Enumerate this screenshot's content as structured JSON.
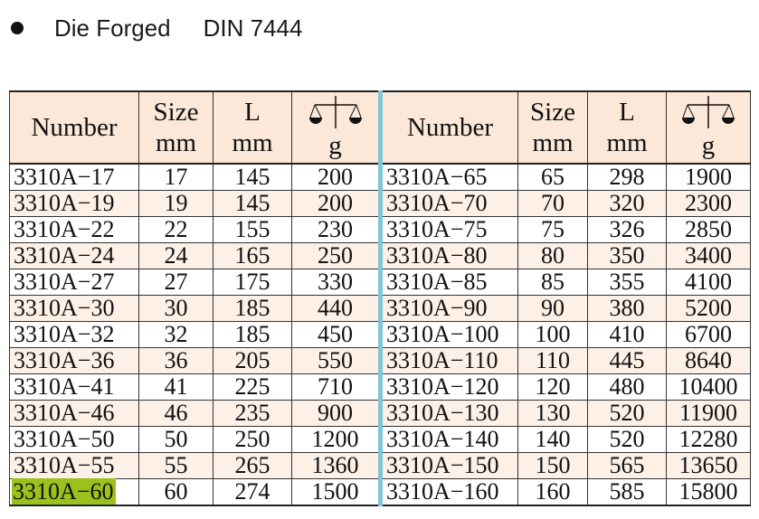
{
  "heading": {
    "text": "Die Forged",
    "standard": "DIN 7444"
  },
  "columns": {
    "number": "Number",
    "size": "Size",
    "size_unit": "mm",
    "length": "L",
    "length_unit": "mm",
    "weight_icon": "balance-scale-icon",
    "weight_unit": "g"
  },
  "highlight_color": "#9bc11d",
  "left_rows": [
    {
      "number": "3310A−17",
      "size": "17",
      "l": "145",
      "g": "200"
    },
    {
      "number": "3310A−19",
      "size": "19",
      "l": "145",
      "g": "200"
    },
    {
      "number": "3310A−22",
      "size": "22",
      "l": "155",
      "g": "230"
    },
    {
      "number": "3310A−24",
      "size": "24",
      "l": "165",
      "g": "250"
    },
    {
      "number": "3310A−27",
      "size": "27",
      "l": "175",
      "g": "330"
    },
    {
      "number": "3310A−30",
      "size": "30",
      "l": "185",
      "g": "440"
    },
    {
      "number": "3310A−32",
      "size": "32",
      "l": "185",
      "g": "450"
    },
    {
      "number": "3310A−36",
      "size": "36",
      "l": "205",
      "g": "550"
    },
    {
      "number": "3310A−41",
      "size": "41",
      "l": "225",
      "g": "710"
    },
    {
      "number": "3310A−46",
      "size": "46",
      "l": "235",
      "g": "900"
    },
    {
      "number": "3310A−50",
      "size": "50",
      "l": "250",
      "g": "1200"
    },
    {
      "number": "3310A−55",
      "size": "55",
      "l": "265",
      "g": "1360"
    },
    {
      "number": "3310A−60",
      "size": "60",
      "l": "274",
      "g": "1500"
    }
  ],
  "right_rows": [
    {
      "number": "3310A−65",
      "size": "65",
      "l": "298",
      "g": "1900"
    },
    {
      "number": "3310A−70",
      "size": "70",
      "l": "320",
      "g": "2300"
    },
    {
      "number": "3310A−75",
      "size": "75",
      "l": "326",
      "g": "2850"
    },
    {
      "number": "3310A−80",
      "size": "80",
      "l": "350",
      "g": "3400"
    },
    {
      "number": "3310A−85",
      "size": "85",
      "l": "355",
      "g": "4100"
    },
    {
      "number": "3310A−90",
      "size": "90",
      "l": "380",
      "g": "5200"
    },
    {
      "number": "3310A−100",
      "size": "100",
      "l": "410",
      "g": "6700"
    },
    {
      "number": "3310A−110",
      "size": "110",
      "l": "445",
      "g": "8640"
    },
    {
      "number": "3310A−120",
      "size": "120",
      "l": "480",
      "g": "10400"
    },
    {
      "number": "3310A−130",
      "size": "130",
      "l": "520",
      "g": "11900"
    },
    {
      "number": "3310A−140",
      "size": "140",
      "l": "520",
      "g": "12280"
    },
    {
      "number": "3310A−150",
      "size": "150",
      "l": "565",
      "g": "13650"
    },
    {
      "number": "3310A−160",
      "size": "160",
      "l": "585",
      "g": "15800"
    }
  ]
}
